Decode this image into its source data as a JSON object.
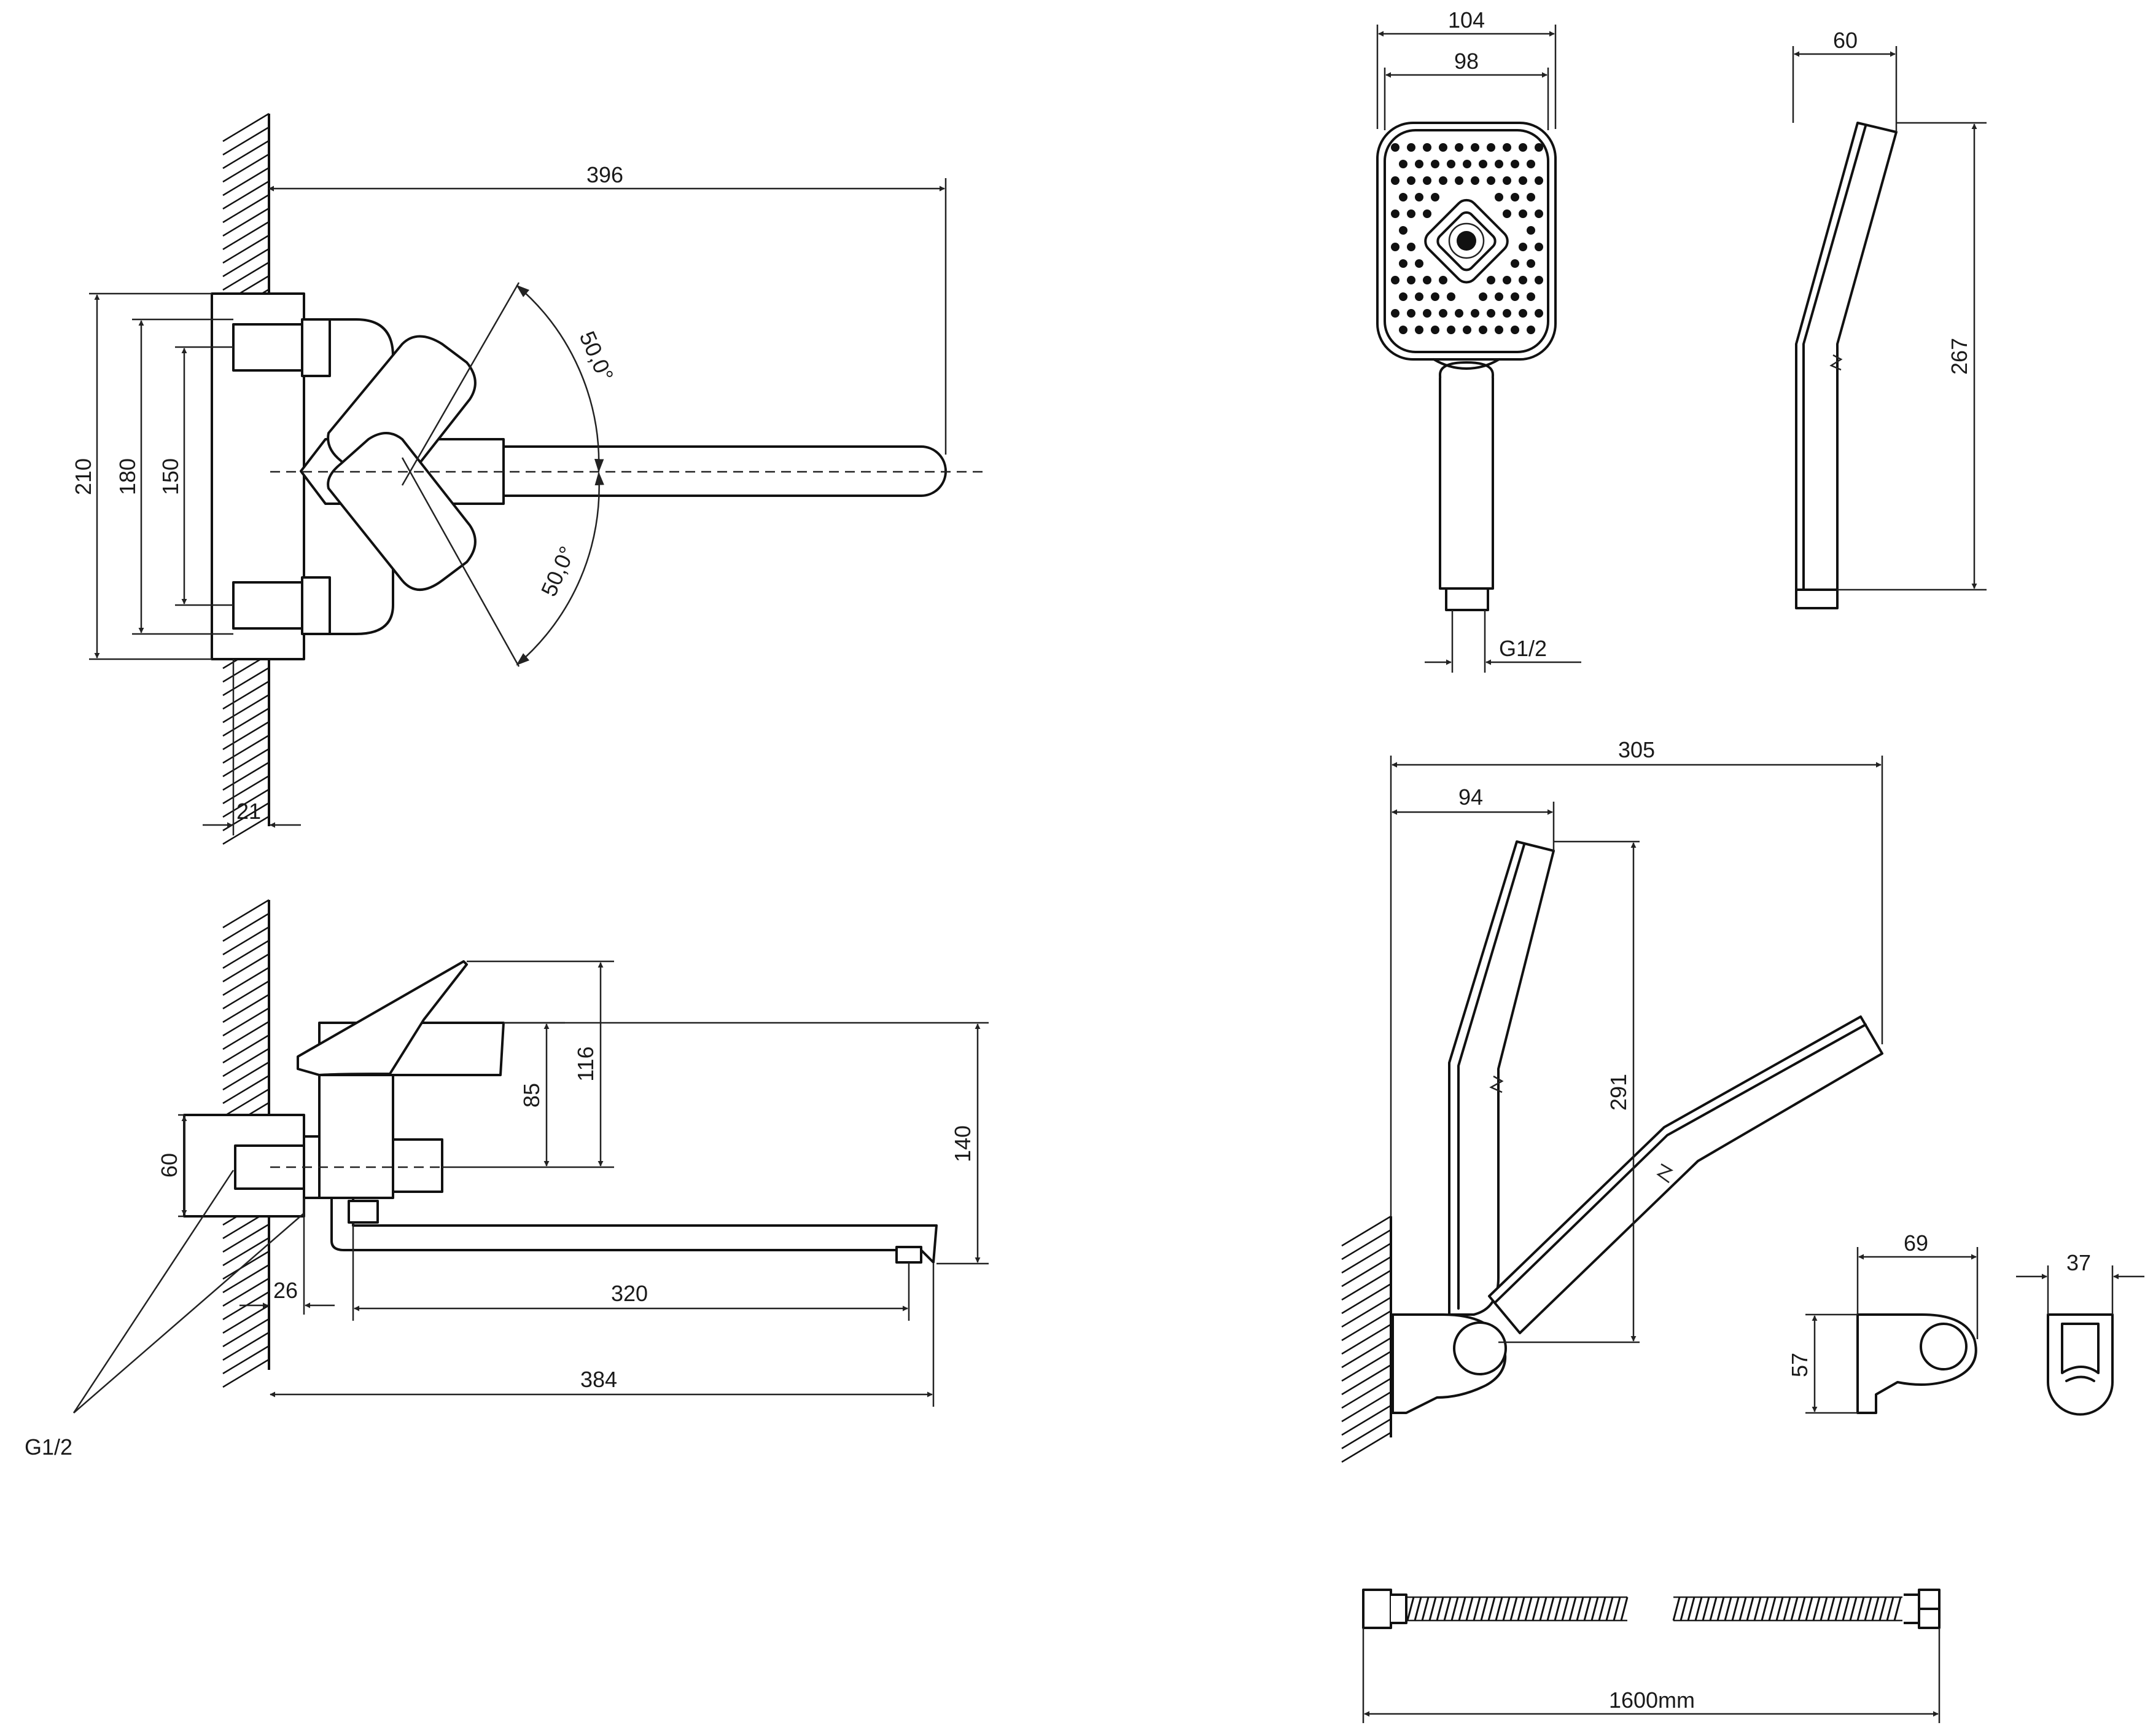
{
  "colors": {
    "line": "#111111",
    "background": "#ffffff"
  },
  "top_view": {
    "dims": {
      "length": "396",
      "height_outer": "210",
      "height_mid": "180",
      "height_inner": "150",
      "wall_offset": "21"
    },
    "angles": {
      "upper": "50,0°",
      "lower": "50,0°"
    }
  },
  "side_view": {
    "dims": {
      "lever_height": "116",
      "body_height": "85",
      "spout_height": "140",
      "plate_height": "60",
      "wall_offset": "26",
      "spout_reach": "320",
      "total_length": "384"
    },
    "thread_label": "G1/2"
  },
  "hand_shower_front": {
    "width_outer": "104",
    "width_inner": "98",
    "thread_label": "G1/2"
  },
  "hand_shower_side": {
    "depth": "60",
    "length": "267"
  },
  "holder_assembly": {
    "reach": "305",
    "offset": "94",
    "height": "291"
  },
  "holder_detail": {
    "width": "69",
    "height": "57"
  },
  "holder_front": {
    "width": "37"
  },
  "hose": {
    "length": "1600mm"
  }
}
